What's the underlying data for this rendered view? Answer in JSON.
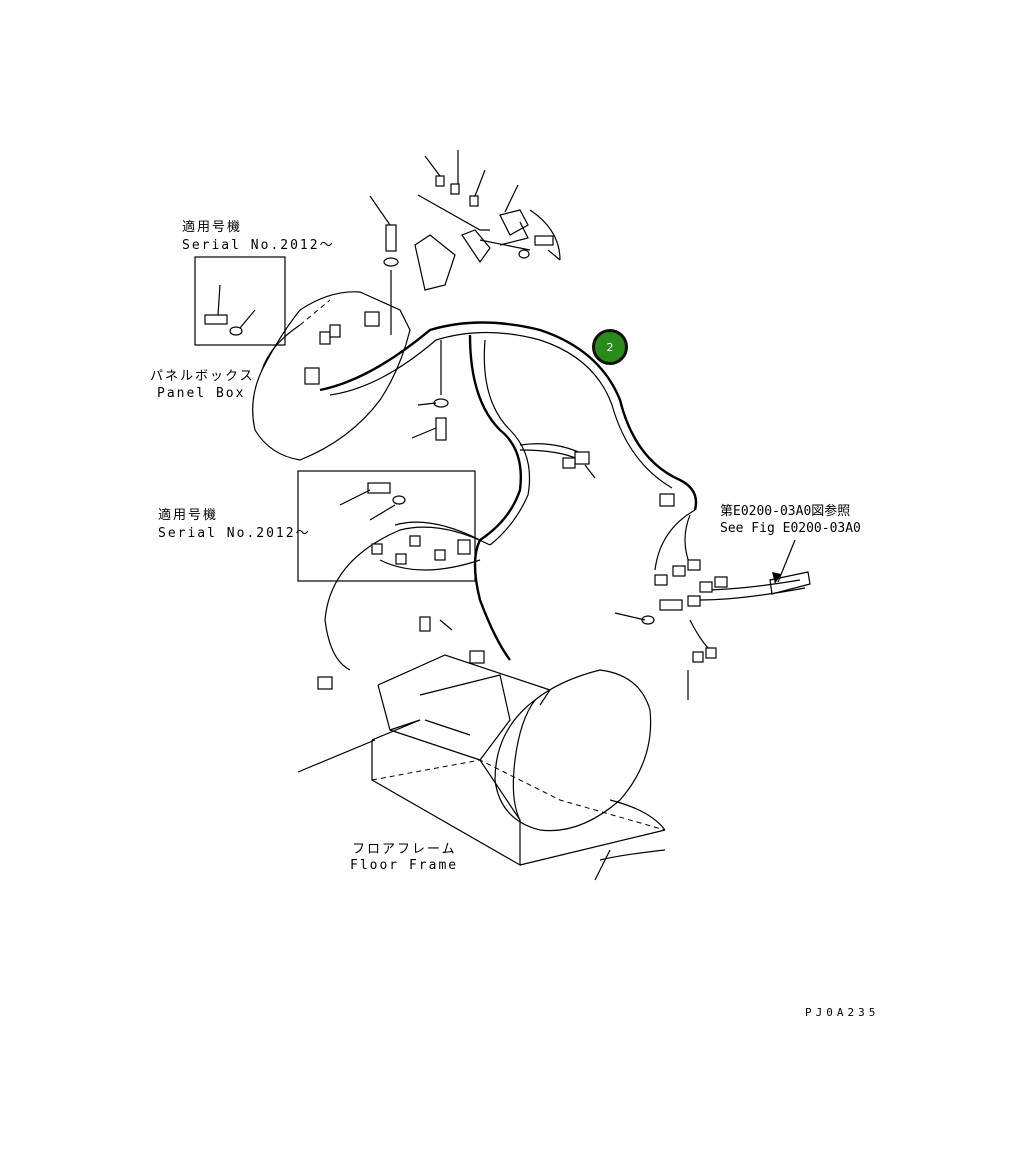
{
  "labels": {
    "serial_jp_1": "適用号機",
    "serial_en_1": "Serial No.2012～",
    "panel_box_jp": "パネルボックス",
    "panel_box_en": "Panel Box",
    "serial_jp_2": "適用号機",
    "serial_en_2": "Serial No.2012～",
    "see_fig_jp": "第E0200-03A0図参照",
    "see_fig_en": "See Fig E0200-03A0",
    "floor_frame_jp": "フロアフレーム",
    "floor_frame_en": "Floor Frame",
    "drawing_code": "PJ0A235"
  },
  "callout": {
    "number": "2",
    "color": "#2a8a1a"
  }
}
